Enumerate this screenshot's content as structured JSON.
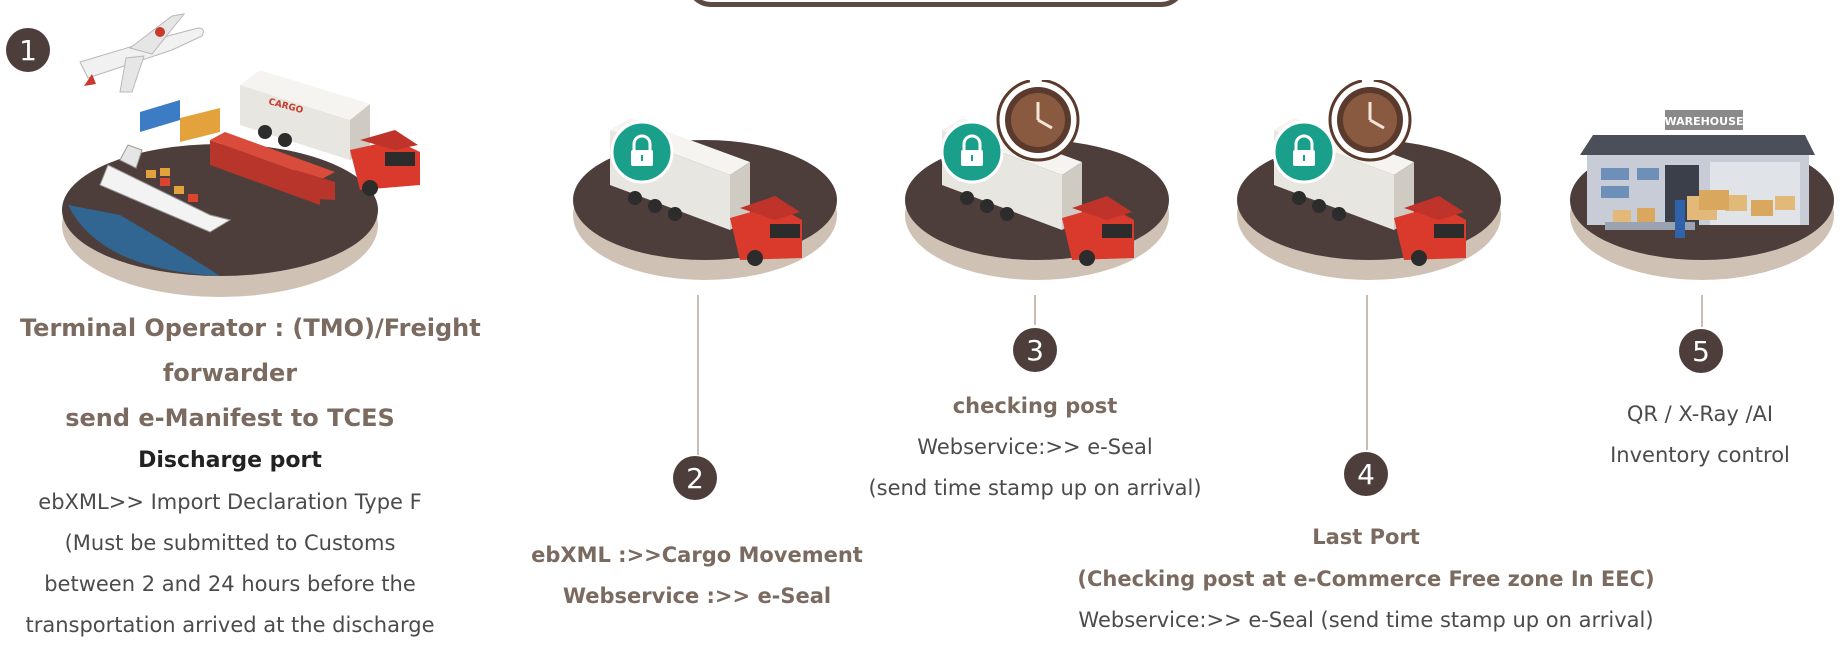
{
  "steps": {
    "s1": {
      "number": "1",
      "title_line1": "Terminal Operator : (TMO)/Freight",
      "title_line2": "forwarder",
      "title_line3": "send e-Manifest  to TCES",
      "subtitle": "Discharge port",
      "body": [
        "ebXML>> Import Declaration Type F",
        "(Must be submitted to Customs",
        "between 2 and 24 hours before the",
        "transportation arrived at the discharge"
      ]
    },
    "s2": {
      "number": "2",
      "line1": "ebXML :>>Cargo Movement",
      "line2": "Webservice :>> e-Seal"
    },
    "s3": {
      "number": "3",
      "line1": "checking post",
      "line2": "Webservice:>> e-Seal",
      "line3": "(send time stamp up on arrival)"
    },
    "s4": {
      "number": "4",
      "line1": "Last Port",
      "line2": "(Checking post at e-Commerce Free zone In EEC)",
      "line3": "Webservice:>> e-Seal  (send  time stamp up on arrival)"
    },
    "s5": {
      "number": "5",
      "line1": "QR / X-Ray /AI",
      "line2": "Inventory control"
    }
  },
  "illustration": {
    "cargo_label": "CARGO",
    "warehouse_label": "WAREHOUSE"
  },
  "colors": {
    "platform_dark": "#4d3e3c",
    "platform_rim": "#cfc2b5",
    "truck_red": "#d93a2b",
    "trailer": "#e8e6e1",
    "lock_green": "#1aa08a",
    "clock_brown": "#5a3a2c",
    "badge": "#4d3e3c",
    "heading_text": "#7a6a60"
  },
  "icons": [
    "airplane-icon",
    "truck-icon",
    "ship-icon",
    "train-icon",
    "lock-icon",
    "clock-icon",
    "warehouse-icon"
  ]
}
